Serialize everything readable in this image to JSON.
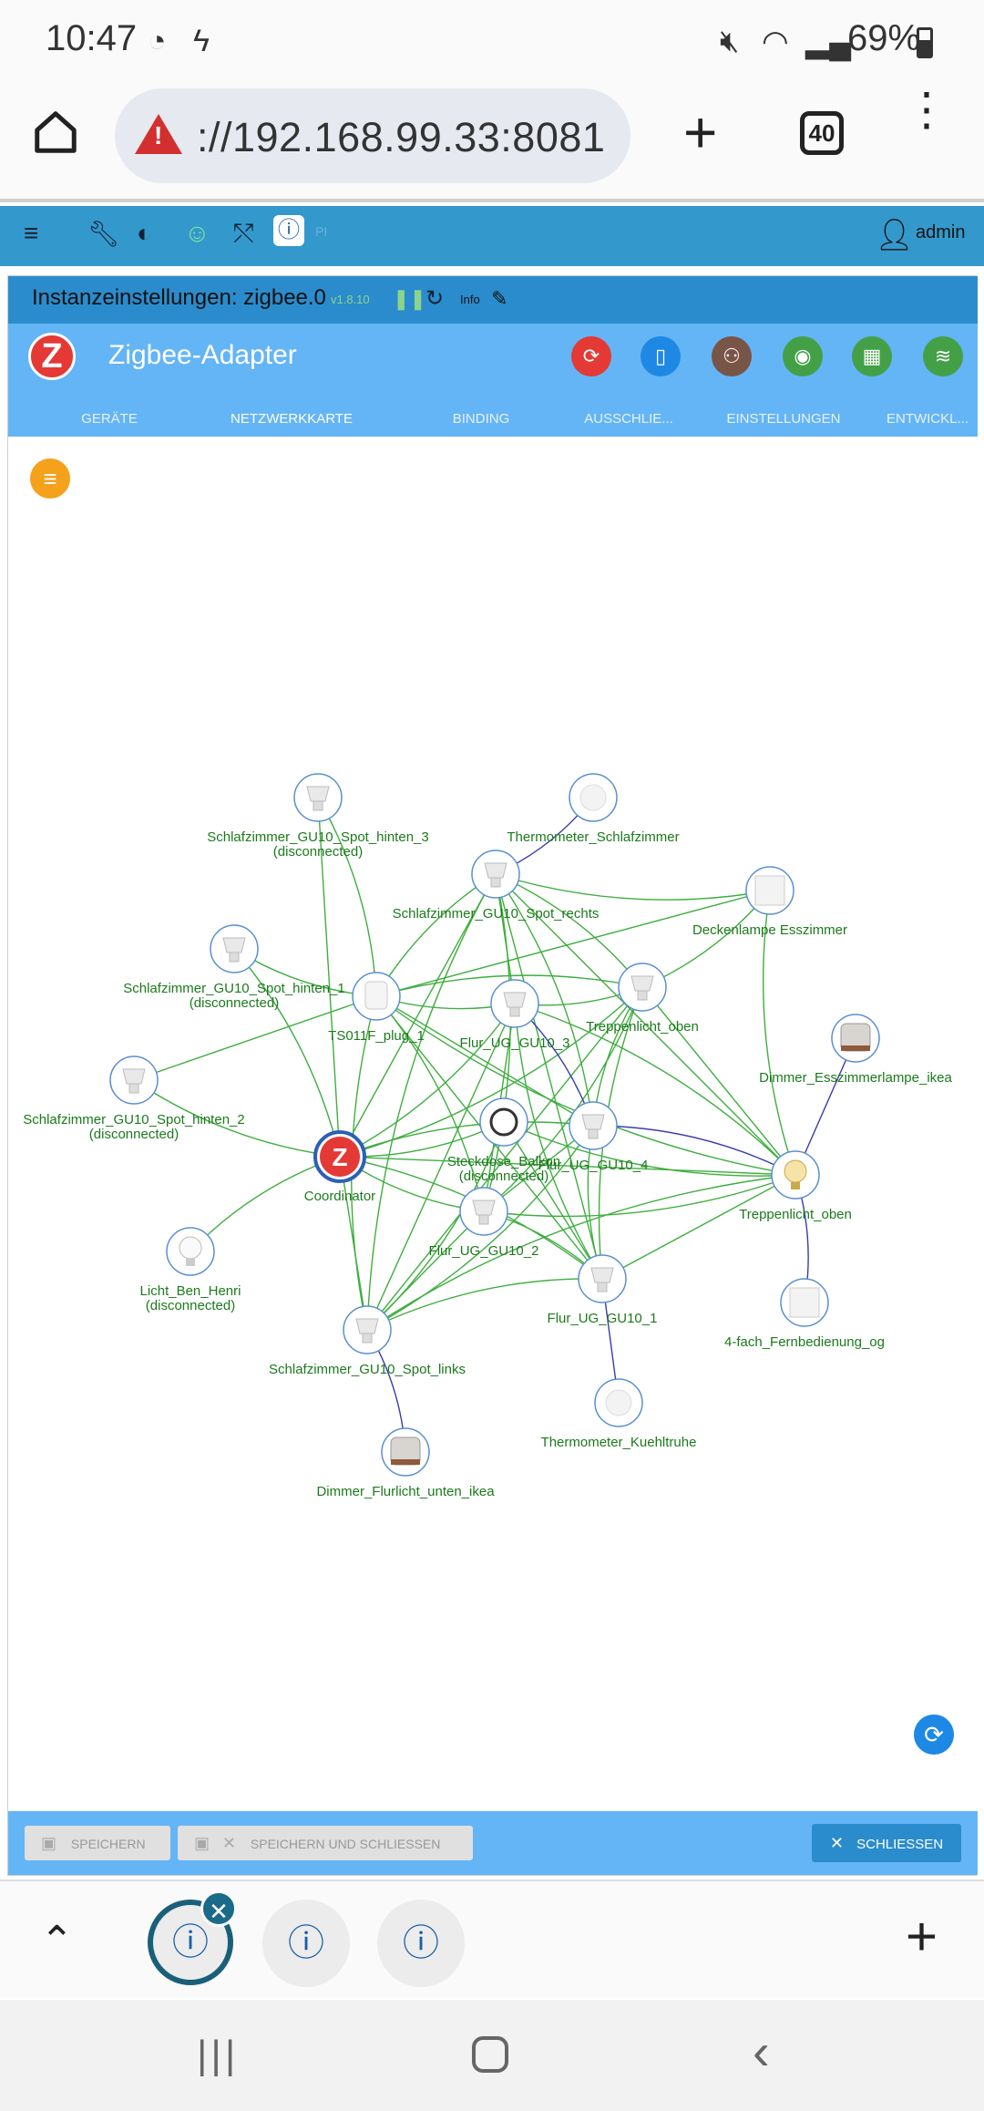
{
  "statusbar": {
    "time": "10:47",
    "battery": "69%"
  },
  "browser": {
    "url": "://192.168.99.33:8081",
    "tab_count": "40"
  },
  "apptop": {
    "pi_label": "PI",
    "user": "admin"
  },
  "dialog": {
    "title": "Instanzeinstellungen: zigbee.0",
    "version": "v1.8.10",
    "info": "Info",
    "adapter_name": "Zigbee-Adapter",
    "tabs": [
      "GERÄTE",
      "NETZWERKKARTE",
      "BINDING",
      "AUSSCHLIE...",
      "EINSTELLUNGEN",
      "ENTWICKL..."
    ],
    "action_colors": [
      "#e53935",
      "#1e88e5",
      "#795548",
      "#43a047",
      "#43a047",
      "#43a047"
    ],
    "footer": {
      "save": "SPEICHERN",
      "save_close": "SPEICHERN UND SCHLIESSEN",
      "close": "SCHLIESSEN"
    }
  },
  "network": {
    "nodes": [
      {
        "id": "n1",
        "label": "Schlafzimmer_GU10_Spot_hinten_3",
        "sub": "(disconnected)",
        "type": "spot"
      },
      {
        "id": "n2",
        "label": "Thermometer_Schlafzimmer",
        "sub": "",
        "type": "sensor"
      },
      {
        "id": "n3",
        "label": "Schlafzimmer_GU10_Spot_rechts",
        "sub": "",
        "type": "spot"
      },
      {
        "id": "n4",
        "label": "Deckenlampe Esszimmer",
        "sub": "",
        "type": "panel"
      },
      {
        "id": "n5",
        "label": "Schlafzimmer_GU10_Spot_hinten_1",
        "sub": "(disconnected)",
        "type": "spot"
      },
      {
        "id": "n6",
        "label": "TS011F_plug_1",
        "sub": "",
        "type": "plug"
      },
      {
        "id": "n7",
        "label": "Flur_UG_GU10_3",
        "sub": "",
        "type": "spot"
      },
      {
        "id": "n8",
        "label": "Treppenlicht_oben",
        "sub": "",
        "type": "spot"
      },
      {
        "id": "n9",
        "label": "Dimmer_Esszimmerlampe_ikea",
        "sub": "",
        "type": "dimmer"
      },
      {
        "id": "n10",
        "label": "Schlafzimmer_GU10_Spot_hinten_2",
        "sub": "(disconnected)",
        "type": "spot"
      },
      {
        "id": "n11",
        "label": "Coordinator",
        "sub": "",
        "type": "coordinator"
      },
      {
        "id": "n12",
        "label": "Steckdose_Balkon",
        "sub": "(disconnected)",
        "type": "cable"
      },
      {
        "id": "n13",
        "label": "Flur_UG_GU10_4",
        "sub": "",
        "type": "spot"
      },
      {
        "id": "n14",
        "label": "Treppenlicht_oben",
        "sub": "",
        "type": "bulb"
      },
      {
        "id": "n15",
        "label": "Flur_UG_GU10_2",
        "sub": "",
        "type": "spot"
      },
      {
        "id": "n16",
        "label": "Licht_Ben_Henri",
        "sub": "(disconnected)",
        "type": "bulb-white"
      },
      {
        "id": "n17",
        "label": "Flur_UG_GU10_1",
        "sub": "",
        "type": "spot"
      },
      {
        "id": "n18",
        "label": "4-fach_Fernbedienung_og",
        "sub": "",
        "type": "switch"
      },
      {
        "id": "n19",
        "label": "Schlafzimmer_GU10_Spot_links",
        "sub": "",
        "type": "spot"
      },
      {
        "id": "n20",
        "label": "Thermometer_Kuehltruhe",
        "sub": "",
        "type": "sensor"
      },
      {
        "id": "n21",
        "label": "Dimmer_Flurlicht_unten_ikea",
        "sub": "",
        "type": "dimmer"
      }
    ],
    "green_links": [
      [
        "n1",
        "n6"
      ],
      [
        "n1",
        "n11"
      ],
      [
        "n5",
        "n6"
      ],
      [
        "n5",
        "n11"
      ],
      [
        "n10",
        "n6"
      ],
      [
        "n10",
        "n11"
      ],
      [
        "n16",
        "n11"
      ],
      [
        "n3",
        "n11"
      ],
      [
        "n3",
        "n6"
      ],
      [
        "n3",
        "n15"
      ],
      [
        "n3",
        "n17"
      ],
      [
        "n3",
        "n19"
      ],
      [
        "n3",
        "n13"
      ],
      [
        "n3",
        "n14"
      ],
      [
        "n3",
        "n4"
      ],
      [
        "n3",
        "n8"
      ],
      [
        "n3",
        "n7"
      ],
      [
        "n4",
        "n14"
      ],
      [
        "n4",
        "n8"
      ],
      [
        "n4",
        "n6"
      ],
      [
        "n6",
        "n7"
      ],
      [
        "n6",
        "n8"
      ],
      [
        "n6",
        "n13"
      ],
      [
        "n6",
        "n14"
      ],
      [
        "n6",
        "n15"
      ],
      [
        "n6",
        "n17"
      ],
      [
        "n6",
        "n19"
      ],
      [
        "n7",
        "n11"
      ],
      [
        "n7",
        "n19"
      ],
      [
        "n7",
        "n17"
      ],
      [
        "n7",
        "n14"
      ],
      [
        "n7",
        "n15"
      ],
      [
        "n7",
        "n8"
      ],
      [
        "n8",
        "n11"
      ],
      [
        "n8",
        "n19"
      ],
      [
        "n8",
        "n17"
      ],
      [
        "n8",
        "n15"
      ],
      [
        "n8",
        "n14"
      ],
      [
        "n8",
        "n13"
      ],
      [
        "n11",
        "n13"
      ],
      [
        "n11",
        "n14"
      ],
      [
        "n11",
        "n15"
      ],
      [
        "n11",
        "n17"
      ],
      [
        "n11",
        "n19"
      ],
      [
        "n11",
        "n12"
      ],
      [
        "n12",
        "n19"
      ],
      [
        "n12",
        "n17"
      ],
      [
        "n12",
        "n14"
      ],
      [
        "n13",
        "n19"
      ],
      [
        "n13",
        "n15"
      ],
      [
        "n13",
        "n17"
      ],
      [
        "n14",
        "n15"
      ],
      [
        "n14",
        "n17"
      ],
      [
        "n14",
        "n19"
      ],
      [
        "n15",
        "n17"
      ],
      [
        "n15",
        "n19"
      ],
      [
        "n17",
        "n19"
      ]
    ],
    "blue_links": [
      [
        "n2",
        "n3"
      ],
      [
        "n9",
        "n14"
      ],
      [
        "n18",
        "n14"
      ],
      [
        "n13",
        "n14"
      ],
      [
        "n20",
        "n17"
      ],
      [
        "n21",
        "n19"
      ],
      [
        "n7",
        "n13"
      ]
    ]
  }
}
